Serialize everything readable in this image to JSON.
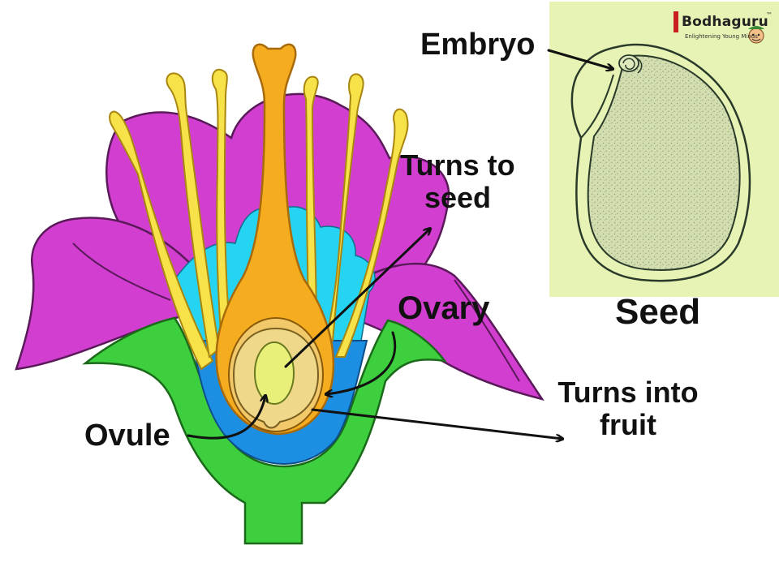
{
  "labels": {
    "embryo": "Embryo",
    "turns_to_seed_line1": "Turns to",
    "turns_to_seed_line2": "seed",
    "ovary": "Ovary",
    "seed": "Seed",
    "turns_into_fruit_line1": "Turns into",
    "turns_into_fruit_line2": "fruit",
    "ovule": "Ovule"
  },
  "logo": {
    "name": "Bodhaguru",
    "tagline": "Enlightening Young Minds",
    "trademark": "™"
  },
  "colors": {
    "petal": "#d23fd0",
    "petal_outline": "#5a1a5a",
    "stamen": "#f7e24a",
    "pistil": "#f5ad1f",
    "sepal": "#3ecf3e",
    "receptacle_blue": "#1c8fe3",
    "cyan": "#25d3f2",
    "ovule": "#e8f07a",
    "seed_panel_bg": "#e6f3b4",
    "seed_body": "#cfdcae"
  }
}
